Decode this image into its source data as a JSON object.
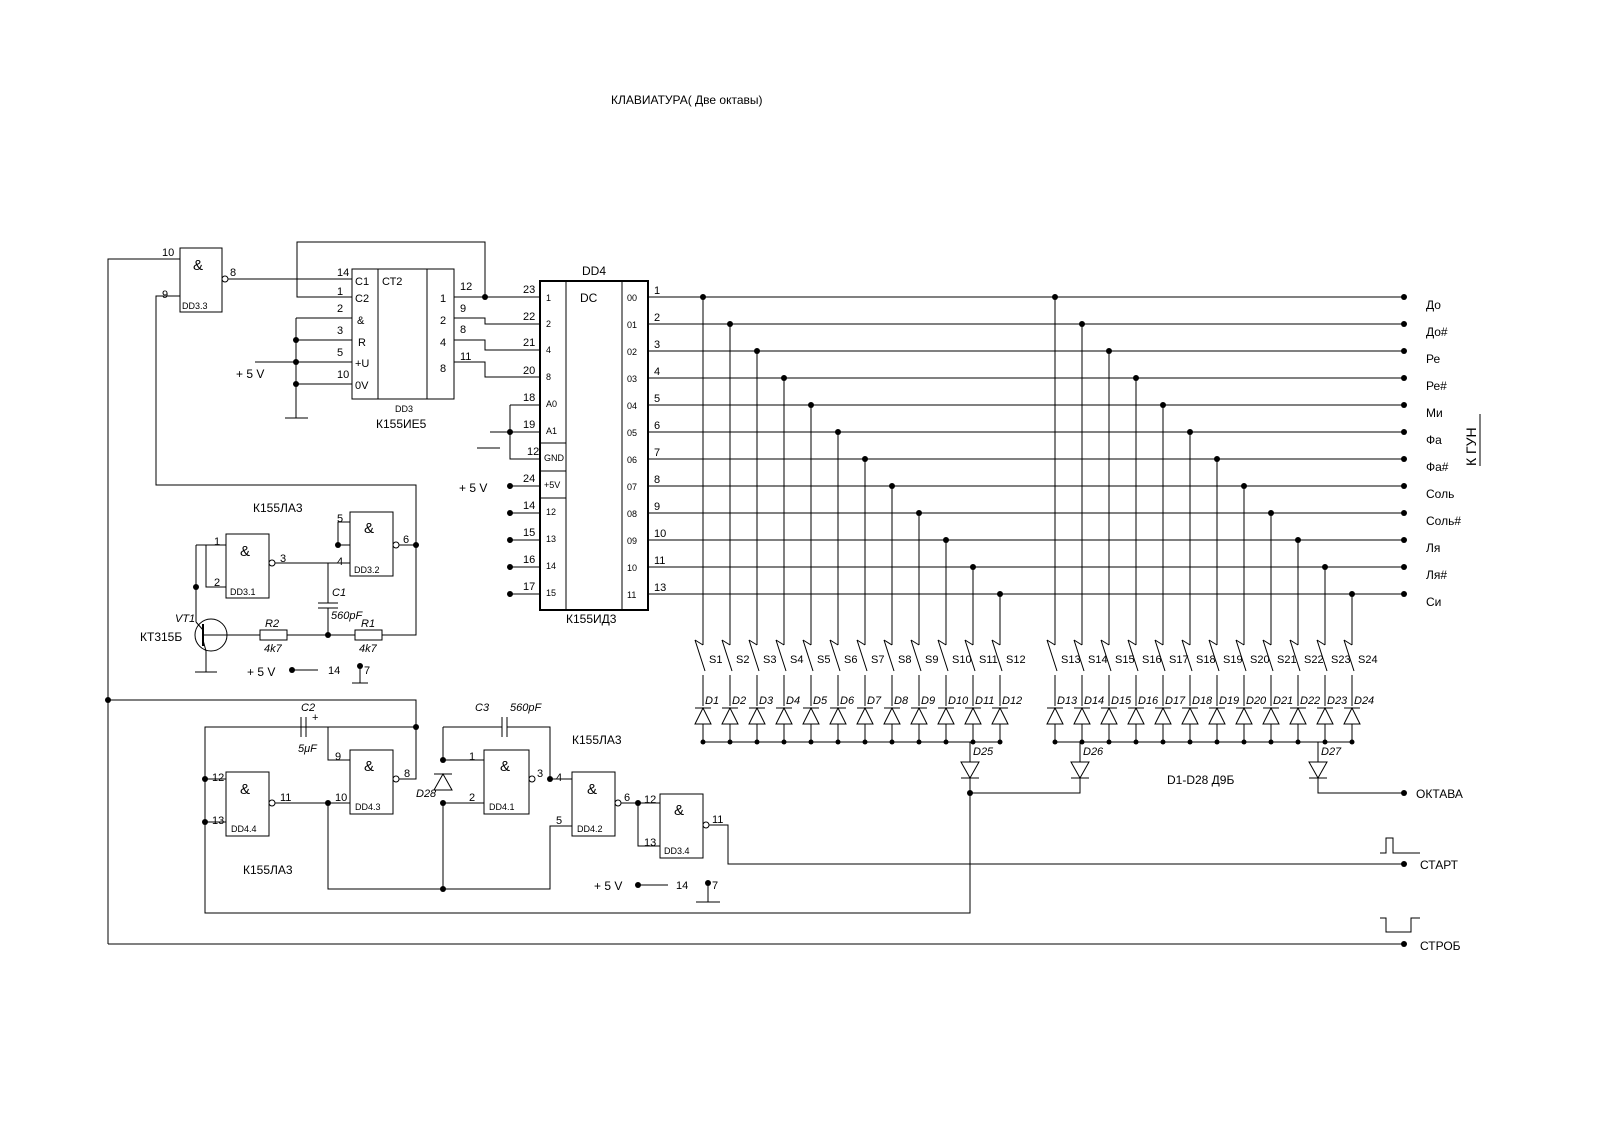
{
  "title": "КЛАВИАТУРА( Две октавы)",
  "supply_label": "+ 5 V",
  "and_symbol": "&",
  "dd3": {
    "name": "DD3",
    "part": "К155ИЕ5",
    "function": "СТ2",
    "pins": [
      "C1",
      "C2",
      "&",
      "R",
      "+U",
      "0V"
    ]
  },
  "dd4": {
    "name": "DD4",
    "part": "К155ИД3",
    "function": "DC",
    "inputs": [
      "1",
      "2",
      "4",
      "8",
      "A0",
      "A1",
      "GND",
      "+5V",
      "12",
      "13",
      "14",
      "15"
    ],
    "outputs": [
      "00",
      "01",
      "02",
      "03",
      "04",
      "05",
      "06",
      "07",
      "08",
      "09",
      "10",
      "11"
    ],
    "out_pins": [
      "1",
      "2",
      "3",
      "4",
      "5",
      "6",
      "7",
      "8",
      "9",
      "10",
      "11",
      "13"
    ]
  },
  "gates": {
    "dd3_3": "DD3.3",
    "dd3_1": "DD3.1",
    "dd3_2": "DD3.2",
    "dd4_1": "DD4.1",
    "dd4_2": "DD4.2",
    "dd4_3": "DD4.3",
    "dd4_4": "DD4.4",
    "dd3_4": "DD3.4"
  },
  "part_gate": "К155ЛА3",
  "transistor": {
    "ref": "VT1",
    "part": "КТ315Б"
  },
  "components": {
    "r1": "R1",
    "r1_value": "4k7",
    "r2": "R2",
    "r2_value": "4k7",
    "c1": "C1",
    "c1_value": "560pF",
    "c2": "C2",
    "c2_value": "5μF",
    "c2_plus": "+",
    "c3": "C3",
    "c3_value": "560pF",
    "d25": "D25",
    "d26": "D26",
    "d27": "D27",
    "d28": "D28"
  },
  "diodes_note": "D1-D28 Д9Б",
  "notes": [
    "До",
    "До#",
    "Ре",
    "Ре#",
    "Ми",
    "Фа",
    "Фа#",
    "Соль",
    "Соль#",
    "Ля",
    "Ля#",
    "Си"
  ],
  "vco_label": "К ГУН",
  "outputs": {
    "octave": "ОКТАВА",
    "start": "СТАРТ",
    "strobe": "СТРОБ"
  }
}
